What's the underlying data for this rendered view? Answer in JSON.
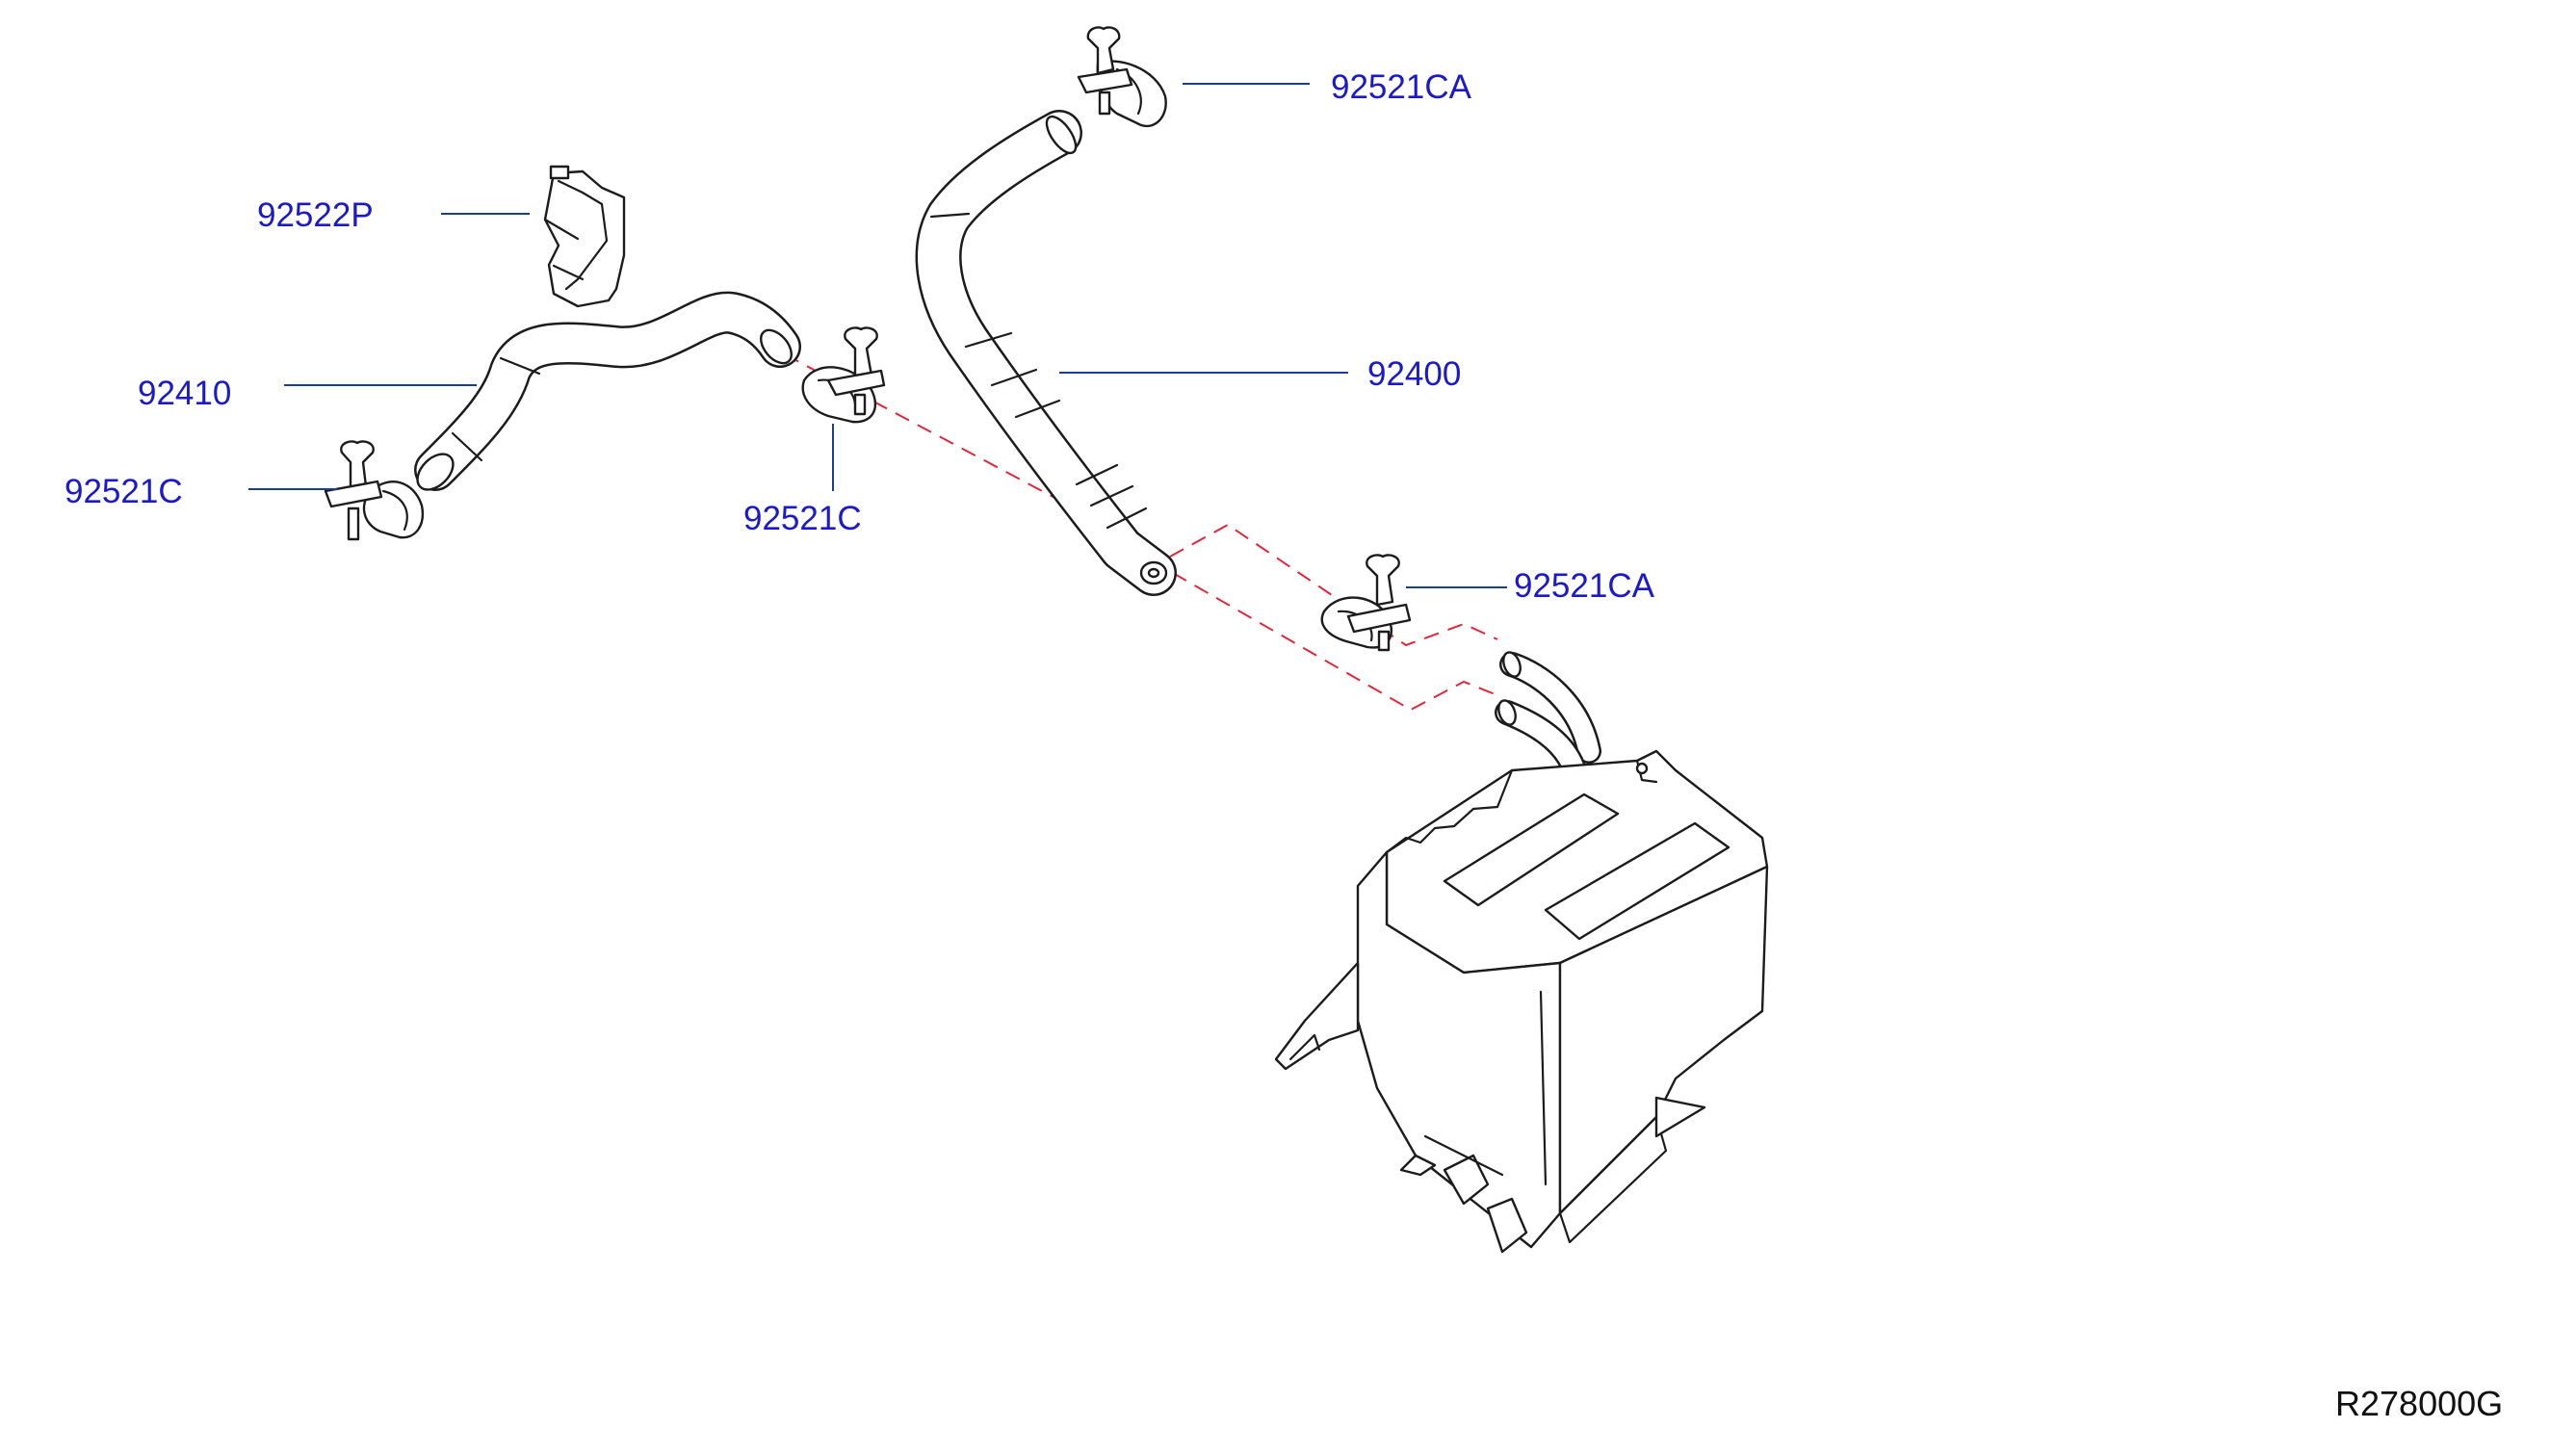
{
  "diagram": {
    "reference_code": "R278000G",
    "accent_color": "#1a1acc",
    "connection_line_color": "#e0283a",
    "callouts": [
      {
        "id": "clip-top",
        "label": "92521CA"
      },
      {
        "id": "holder",
        "label": "92522P"
      },
      {
        "id": "hose-92400",
        "label": "92400"
      },
      {
        "id": "hose-92410",
        "label": "92410"
      },
      {
        "id": "clip-left",
        "label": "92521C"
      },
      {
        "id": "clip-middle",
        "label": "92521C"
      },
      {
        "id": "clip-right",
        "label": "92521CA"
      }
    ]
  }
}
